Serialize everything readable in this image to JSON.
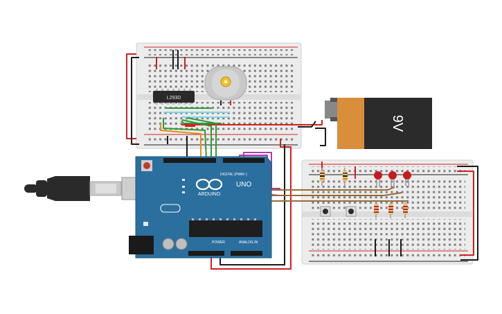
{
  "circuit": {
    "battery": {
      "label": "9V",
      "color_body": "#2b2b2b",
      "color_band": "#d98e3a"
    },
    "driver_ic": {
      "label": "L293D"
    },
    "arduino": {
      "brand": "ARDUINO",
      "model": "UNO",
      "digital_label": "DIGITAL (PWM~)",
      "power_label": "POWER",
      "analog_label": "ANALOG IN",
      "board_color": "#2b6f9e"
    },
    "colors": {
      "red_wire": "#d21f1f",
      "black_wire": "#1a1a1a",
      "green_wire": "#2e9a35",
      "orange_wire": "#e88a1a",
      "brown_wire": "#9a6a3a",
      "magenta_wire": "#b03aa8",
      "cyan_wire": "#7fd4e8",
      "breadboard": "#ececec",
      "led_red": "#c41c1c"
    }
  }
}
